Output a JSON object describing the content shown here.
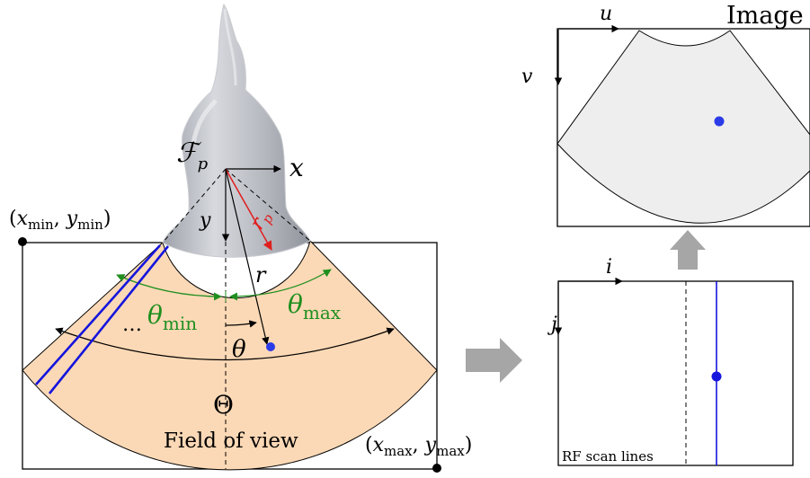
{
  "colors": {
    "fov_fill": "#fcd9b6",
    "probe_fill": "#b9bcc3",
    "scan_line": "#1515dd",
    "point": "#2b3be8",
    "angle_green": "#1f8f1f",
    "radius_red": "#e01f1f",
    "image_sector_fill": "#eeeeee",
    "flow_arrow": "#a6a6a6"
  },
  "left_panel": {
    "probe_frame": {
      "base": "ℱ",
      "subscript": "p"
    },
    "x_axis_label": "x",
    "y_axis_label": "y",
    "corner_min": {
      "base_x": "x",
      "sub_x": "min",
      "base_y": "y",
      "sub_y": "min"
    },
    "corner_max": {
      "base_x": "x",
      "sub_x": "max",
      "base_y": "y",
      "sub_y": "max"
    },
    "r_p_label": {
      "base": "r",
      "subscript": "p"
    },
    "r_label": "r",
    "theta_label": "θ",
    "theta_min_label": {
      "base": "θ",
      "subscript": "min"
    },
    "theta_max_label": {
      "base": "θ",
      "subscript": "max"
    },
    "ellipsis": "…",
    "big_theta_label": "Θ",
    "fov_label": "Field of view"
  },
  "image_panel": {
    "title": "Image",
    "u_label": "u",
    "v_label": "v"
  },
  "rf_panel": {
    "i_label": "i",
    "j_label": "j",
    "caption": "RF scan lines"
  },
  "icons": [
    "probe-icon",
    "right-flow-arrow-icon",
    "up-flow-arrow-icon"
  ]
}
